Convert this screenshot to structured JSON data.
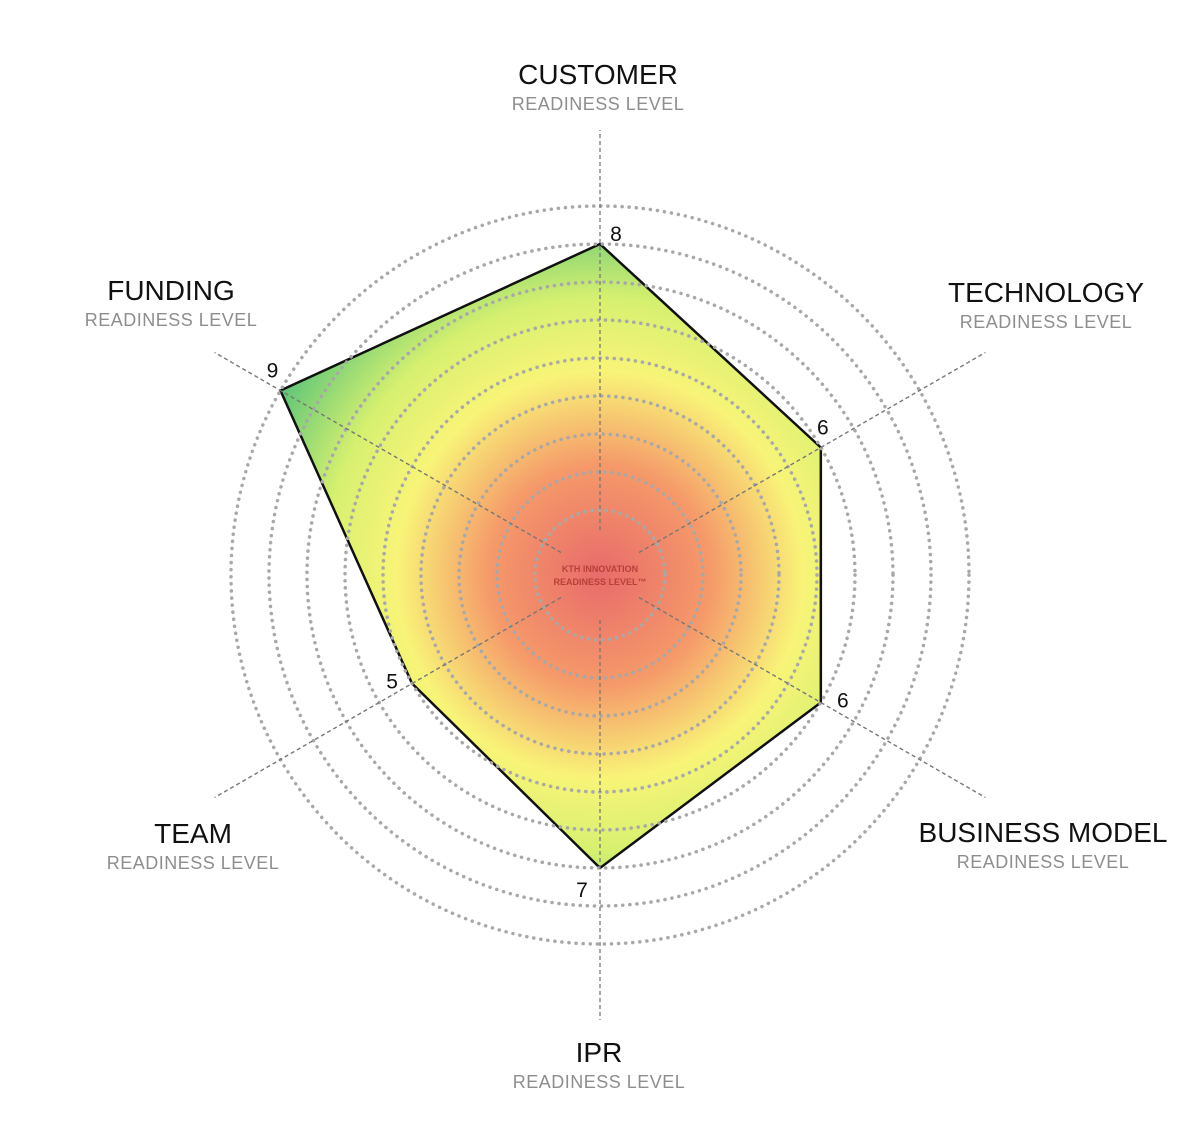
{
  "chart_data": {
    "type": "radar",
    "title": "",
    "center_label": [
      "KTH INNOVATION",
      "READINESS LEVEL™"
    ],
    "axes": [
      {
        "name": "CUSTOMER",
        "sub": "READINESS LEVEL",
        "value": 8
      },
      {
        "name": "TECHNOLOGY",
        "sub": "READINESS LEVEL",
        "value": 6
      },
      {
        "name": "BUSINESS MODEL",
        "sub": "READINESS LEVEL",
        "value": 6
      },
      {
        "name": "IPR",
        "sub": "READINESS LEVEL",
        "value": 7
      },
      {
        "name": "TEAM",
        "sub": "READINESS LEVEL",
        "value": 5
      },
      {
        "name": "FUNDING",
        "sub": "READINESS LEVEL",
        "value": 9
      }
    ],
    "range": [
      0,
      9
    ],
    "rings": 9,
    "colors": {
      "center": "#e8706a",
      "mid": "#f7f77a",
      "outer": "#5fc878",
      "ring": "#a8a8a8"
    }
  }
}
